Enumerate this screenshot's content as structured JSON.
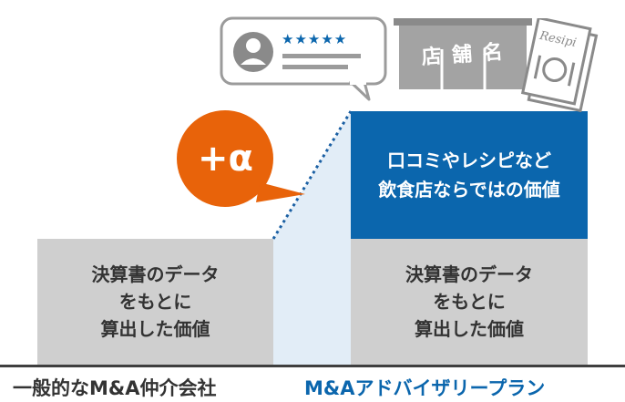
{
  "left_column": {
    "value_text": [
      "決算書のデータ",
      "をもとに",
      "算出した価値"
    ],
    "caption": "一般的なM&A仲介会社"
  },
  "right_column": {
    "extra_value_text": [
      "口コミやレシピなど",
      "飲食店ならではの価値"
    ],
    "value_text": [
      "決算書のデータ",
      "をもとに",
      "算出した価値"
    ],
    "caption": "M&Aアドバイザリープラン"
  },
  "plus_alpha_bubble": {
    "label": "+α"
  },
  "review_card": {
    "stars": "★★★★★"
  },
  "shop_curtain": {
    "text": "店 舗 名"
  },
  "receipt": {
    "text": "Resipi"
  },
  "colors": {
    "gray_box": "#cfcfcf",
    "blue_box": "#0b66ad",
    "orange_bubble": "#e8630a",
    "dotted_line": "#1a5fa3",
    "caption_left": "#333333",
    "caption_right": "#0b66ad"
  }
}
